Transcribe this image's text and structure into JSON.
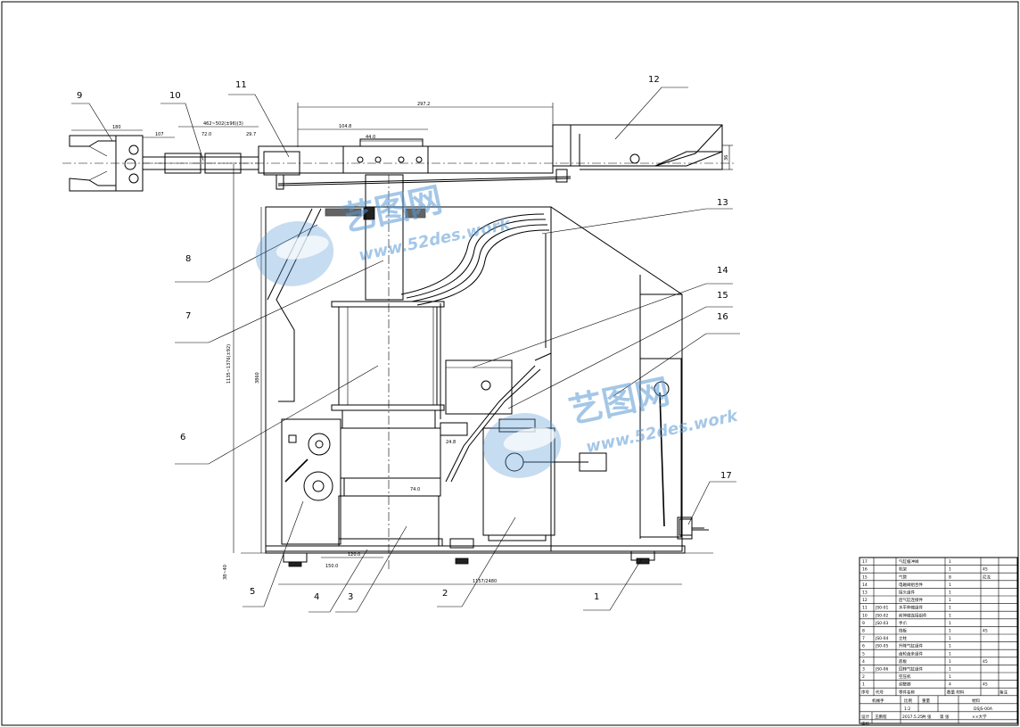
{
  "part_labels": [
    "9",
    "10",
    "11",
    "12",
    "13",
    "8",
    "7",
    "14",
    "15",
    "16",
    "6",
    "17",
    "5",
    "4",
    "3",
    "2",
    "1"
  ],
  "dimensions": {
    "d_top": "297.2",
    "d_inner": "104.8",
    "d_center": "44.0",
    "d_left_a": "180",
    "d_left_b": "107",
    "d_left_c": "72.0",
    "d_left_range": "462~502(±96)(3)",
    "d_left_d": "29.7",
    "d_mid_a": "24.8",
    "d_mid_b": "74.0",
    "d_base_a": "120.0",
    "d_base_b": "150.0",
    "d_base_span": "1157/2480",
    "d_vert_left": "1135~1376(±92)",
    "d_vert_mid": "3860",
    "d_side": "36",
    "d_base_height": "38~40"
  },
  "watermark": {
    "brand": "艺图网",
    "url": "www.52des.work"
  },
  "title_block": {
    "rows": [
      {
        "no": "17",
        "code": "",
        "name": "气缸缓冲阀",
        "qty": "1",
        "mat": ""
      },
      {
        "no": "16",
        "code": "",
        "name": "机架",
        "qty": "1",
        "mat": "45"
      },
      {
        "no": "15",
        "code": "",
        "name": "气管",
        "qty": "8",
        "mat": "尼龙"
      },
      {
        "no": "14",
        "code": "",
        "name": "电磁阀组合件",
        "qty": "1",
        "mat": ""
      },
      {
        "no": "13",
        "code": "",
        "name": "接头组件",
        "qty": "1",
        "mat": ""
      },
      {
        "no": "12",
        "code": "",
        "name": "后气缸连接件",
        "qty": "1",
        "mat": ""
      },
      {
        "no": "11",
        "code": "JS0-01",
        "name": "水平伸缩组件",
        "qty": "1",
        "mat": ""
      },
      {
        "no": "10",
        "code": "JS0-02",
        "name": "前伸缩连接组件",
        "qty": "1",
        "mat": ""
      },
      {
        "no": "9",
        "code": "JS0-03",
        "name": "手爪",
        "qty": "1",
        "mat": ""
      },
      {
        "no": "8",
        "code": "",
        "name": "挡板",
        "qty": "1",
        "mat": "45"
      },
      {
        "no": "7",
        "code": "JS0-04",
        "name": "立柱",
        "qty": "1",
        "mat": ""
      },
      {
        "no": "6",
        "code": "JS0-05",
        "name": "升降气缸组件",
        "qty": "1",
        "mat": ""
      },
      {
        "no": "5",
        "code": "",
        "name": "齿轮齿条组件",
        "qty": "1",
        "mat": ""
      },
      {
        "no": "4",
        "code": "",
        "name": "底板",
        "qty": "1",
        "mat": "45"
      },
      {
        "no": "3",
        "code": "JS0-06",
        "name": "回转气缸组件",
        "qty": "1",
        "mat": ""
      },
      {
        "no": "2",
        "code": "",
        "name": "空压机",
        "qty": "1",
        "mat": ""
      },
      {
        "no": "1",
        "code": "",
        "name": "调整脚",
        "qty": "4",
        "mat": "45"
      }
    ],
    "header": {
      "no": "序号",
      "code": "代号",
      "name": "零件名称",
      "qty": "数量 材料",
      "mat": "备注"
    },
    "drawing_title": "机械手",
    "scale_label": "比例",
    "scale": "1:2",
    "sheet_label": "共 张",
    "sheet": "第 张",
    "drawn_label": "设计",
    "designer": "王鹏程",
    "date": "2017.5.25",
    "check_label": "审核",
    "drawing_no": "DSJS-00A",
    "school": "××大学",
    "weight_label": "重量",
    "mat_label": "材料"
  }
}
